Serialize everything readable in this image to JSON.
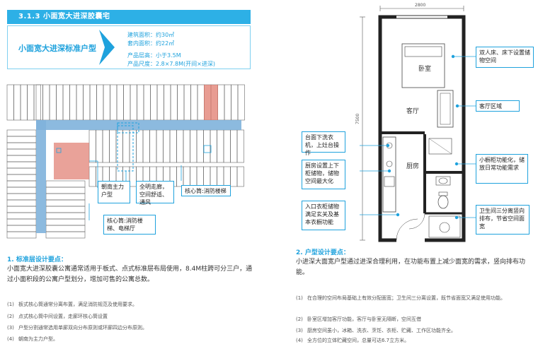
{
  "header": {
    "title": "3.1.3 小面宽大进深胶囊宅",
    "subtitle": "小面宽大进深标准户型",
    "specs": [
      "建筑面积：约30㎡",
      "套内面积：约22㎡",
      "产品层高：小于3.5M",
      "产品尺度：2.8×7.8M(开间×进深)"
    ]
  },
  "floor_plan": {
    "callouts": {
      "orientation": "朝南主力户型",
      "corridor": "全明走廊，空间舒适、通风",
      "core_right": "核心筒:消防楼梯",
      "core_bottom": "核心筒:消防楼梯、电梯厅"
    }
  },
  "section1": {
    "heading": "1. 标准层设计要点：",
    "paragraph": "小面宽大进深胶囊公寓通常适用于板式、点式标准层布局使用，8.4M柱跨可分三户，通过小面积段的公寓户型划分，增加可售的公寓总数。",
    "notes": [
      {
        "num": "(1)",
        "text": "板式核心筒通常分离布置，满足消防规范及使用要求。"
      },
      {
        "num": "(2)",
        "text": "点式核心筒中间设置，走廊环核心筒设置"
      },
      {
        "num": "(3)",
        "text": "户型分割通常选用单廊双向分布原则或环廊四边分布原则。"
      },
      {
        "num": "(4)",
        "text": "朝南为主力户型。"
      }
    ]
  },
  "unit_plan": {
    "width_dim": "2800",
    "depth_dim": "7500",
    "rooms": {
      "bedroom": "卧室",
      "living": "客厅",
      "kitchen": "厨房"
    },
    "callouts_right": {
      "bed": "双人床、床下设置储物空间",
      "living": "客厅区域",
      "cabinet": "小橱柜功能化，储放日常功能需求",
      "bath": "卫生间三分离竖向排布，节省空间面宽"
    },
    "callouts_left": {
      "washer": "台面下洗衣机，上灶台操作",
      "kitchen_cab": "厨房设置上下柜储物，储物空间最大化",
      "entry": "入口衣柜储物满足玄关及基本衣橱功能"
    }
  },
  "section2": {
    "heading": "2. 户型设计要点：",
    "paragraph": "小进深大面宽户型通过进深合理利用，在功能布置上减少面宽的需求，竖向排布功能。",
    "notes": [
      {
        "num": "(1)",
        "text": "在合理的空间布局基础上有效分配面宽；卫生间三分离设置，既节省面宽又满足使用功能。"
      },
      {
        "num": "(2)",
        "text": "卧室区增加客厅功能，客厅与卧室无隔断，空间互借"
      },
      {
        "num": "(3)",
        "text": "厨房空间虽小，冰箱、洗衣、烹饪、衣柜、贮藏、工作区功能齐全。"
      },
      {
        "num": "(4)",
        "text": "全方位的立体贮藏空间，总量可达6.7立方米。"
      }
    ]
  },
  "colors": {
    "accent": "#1fa2dd",
    "header_bar": "#2db0e6",
    "corridor": "#7fb3dc",
    "highlight": "#e07b6e"
  }
}
